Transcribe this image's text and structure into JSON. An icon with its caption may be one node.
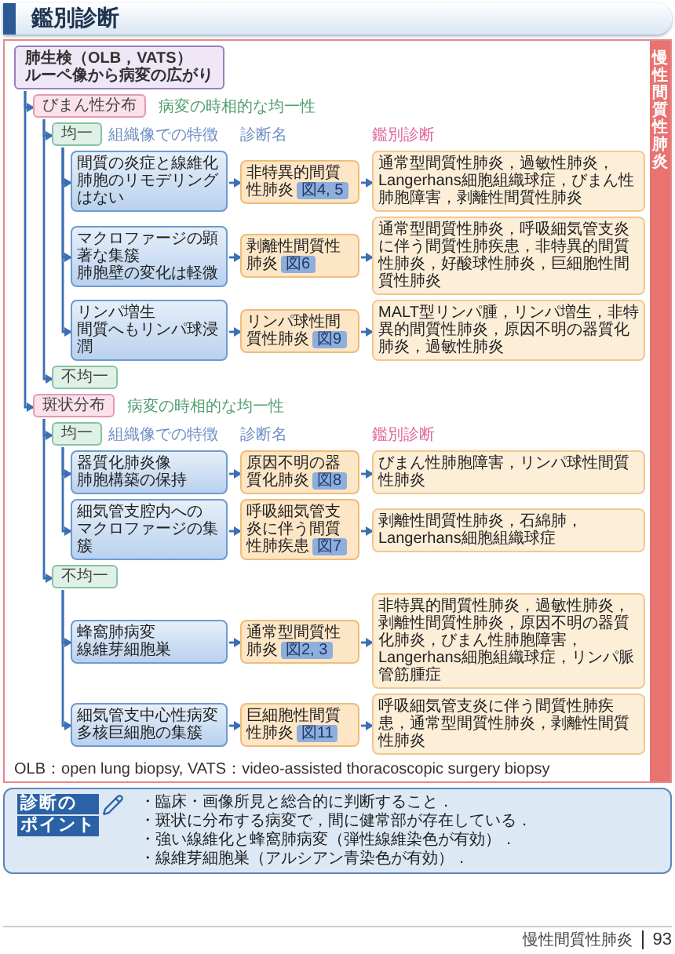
{
  "diagram": {
    "title": "鑑別診断",
    "nodes": [
      {
        "text": [
          "慢性間質性肺炎"
        ]
      },
      {
        "text": [
          "肺生検（OLB，VATS）",
          "ルーペ像から病変の広がり"
        ],
        "in": 0
      },
      {
        "text": [
          "びまん性分布"
        ],
        "in": 0
      },
      {
        "text": [
          "均一"
        ],
        "in": 0
      },
      {
        "text": [
          "間質の炎症と線維化",
          "肺胞のリモデリングはない"
        ],
        "in": 0
      },
      {
        "text": [
          "非特異的間質性肺炎",
          "図4, 5"
        ],
        "in": 0
      },
      {
        "text": [
          "通常型間質性肺炎，過敏性肺炎，Langerhans細胞組織球症，びまん性肺胞障害，剥離性間質性肺炎"
        ],
        "in": 0
      },
      {
        "text": [
          "マクロファージの顕著な集簇",
          "肺胞壁の変化は軽微"
        ],
        "in": 0
      },
      {
        "text": [
          "剥離性間質性肺炎",
          "図6"
        ],
        "in": 0
      },
      {
        "text": [
          "通常型間質性肺炎，呼吸細気管支炎に伴う間質性肺疾患，非特異的間質性肺炎，好酸球性肺炎，巨細胞性間質性肺炎"
        ],
        "in": 0
      },
      {
        "text": [
          "リンパ増生",
          "間質へもリンパ球浸潤"
        ],
        "in": 0
      },
      {
        "text": [
          "リンパ球性間質性肺炎",
          "図9"
        ],
        "in": 0
      },
      {
        "text": [
          "MALT型リンパ腫，リンパ増生，非特異的間質性肺炎，原因不明の器質化肺炎，過敏性肺炎"
        ],
        "in": 0
      },
      {
        "text": [
          "不均一"
        ],
        "in": 0
      },
      {
        "text": [
          "斑状分布"
        ],
        "in": 0
      },
      {
        "text": [
          "均一"
        ],
        "in": 0
      },
      {
        "text": [
          "器質化肺炎像",
          "肺胞構築の保持"
        ],
        "in": 0
      },
      {
        "text": [
          "原因不明の器質化肺炎",
          "図8"
        ],
        "in": 0
      },
      {
        "text": [
          "びまん性肺胞障害，リンパ球性間質性肺炎"
        ],
        "in": 0
      },
      {
        "text": [
          "細気管支腔内への",
          "マクロファージの集簇"
        ],
        "in": 0
      },
      {
        "text": [
          "呼吸細気管支炎に伴う間質性肺疾患",
          "図7"
        ],
        "in": 0
      },
      {
        "text": [
          "剥離性間質性肺炎，石綿肺，Langerhans細胞組織球症"
        ],
        "in": 0
      },
      {
        "text": [
          "不均一"
        ],
        "in": 0
      },
      {
        "text": [
          "蜂窩肺病変",
          "線維芽細胞巣"
        ],
        "in": 0
      },
      {
        "text": [
          "通常型間質性肺炎",
          "図2, 3"
        ],
        "in": 0
      },
      {
        "text": [
          "非特異的間質性肺炎，過敏性肺炎，剥離性間質性肺炎，原因不明の器質化肺炎，びまん性肺胞障害，Langerhans細胞組織球症，リンパ脈管筋腫症"
        ],
        "in": 0
      },
      {
        "text": [
          "細気管支中心性病変",
          "多核巨細胞の集簇"
        ],
        "in": 0
      },
      {
        "text": [
          "巨細胞性間質性肺炎",
          "図11"
        ],
        "in": 0
      },
      {
        "text": [
          "呼吸細気管支炎に伴う間質性肺疾患，通常型間質性肺炎，剥離性間質性肺炎"
        ],
        "in": 0
      },
      {
        "text": [
          "診断の",
          "ポイント",
          "・臨床・画像所見と総合的に判断すること．",
          "・斑状に分布する病変で，間に健常部が存在している．",
          "・強い線維化と蜂窩肺病変（弾性線維染色が有効）．",
          "・線維芽細胞巣（アルシアン青染色が有効）．"
        ]
      }
    ],
    "edges": [
      {
        "from": 1,
        "to": 2,
        "arrow": "to"
      },
      {
        "from": 1,
        "to": 14,
        "arrow": "to"
      },
      {
        "from": 2,
        "to": 3,
        "arrow": "to"
      },
      {
        "from": 2,
        "to": 13,
        "arrow": "to"
      },
      {
        "from": 3,
        "to": 4,
        "arrow": "to"
      },
      {
        "from": 3,
        "to": 7,
        "arrow": "to"
      },
      {
        "from": 3,
        "to": 10,
        "arrow": "to"
      },
      {
        "from": 4,
        "to": 5,
        "arrow": "to"
      },
      {
        "from": 5,
        "to": 6,
        "arrow": "to"
      },
      {
        "from": 7,
        "to": 8,
        "arrow": "to"
      },
      {
        "from": 8,
        "to": 9,
        "arrow": "to"
      },
      {
        "from": 10,
        "to": 11,
        "arrow": "to"
      },
      {
        "from": 11,
        "to": 12,
        "arrow": "to"
      },
      {
        "from": 14,
        "to": 15,
        "arrow": "to"
      },
      {
        "from": 14,
        "to": 22,
        "arrow": "to"
      },
      {
        "from": 15,
        "to": 16,
        "arrow": "to"
      },
      {
        "from": 15,
        "to": 19,
        "arrow": "to"
      },
      {
        "from": 16,
        "to": 17,
        "arrow": "to"
      },
      {
        "from": 17,
        "to": 18,
        "arrow": "to"
      },
      {
        "from": 19,
        "to": 20,
        "arrow": "to"
      },
      {
        "from": 20,
        "to": 21,
        "arrow": "to"
      },
      {
        "from": 22,
        "to": 23,
        "arrow": "to"
      },
      {
        "from": 22,
        "to": 26,
        "arrow": "to"
      },
      {
        "from": 23,
        "to": 24,
        "arrow": "to"
      },
      {
        "from": 24,
        "to": 25,
        "arrow": "to"
      },
      {
        "from": 26,
        "to": 27,
        "arrow": "to"
      },
      {
        "from": 27,
        "to": 28,
        "arrow": "to"
      }
    ],
    "labels": [
      "病変の時相的な均一性",
      "組織像での特徴",
      "診断名",
      "鑑別診断",
      "病変の時相的な均一性",
      "組織像での特徴",
      "診断名",
      "鑑別診断",
      "OLB：open lung biopsy, VATS：video-assisted thoracoscopic surgery biopsy",
      "慢性間質性肺炎",
      "93"
    ]
  }
}
